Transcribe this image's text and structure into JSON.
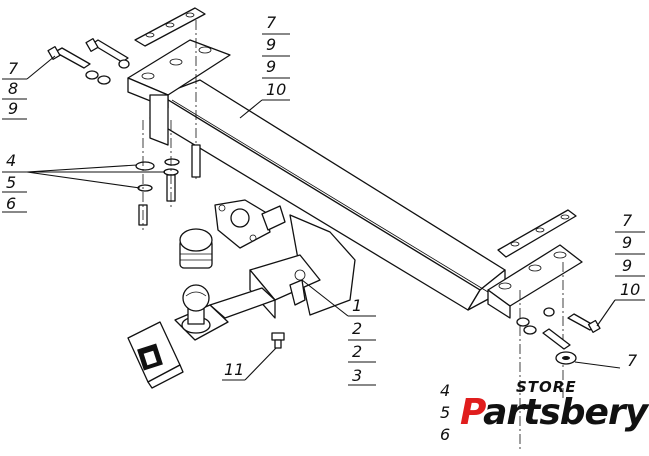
{
  "callouts": {
    "top_left": [
      "7",
      "8",
      "9"
    ],
    "mid_left": [
      "4",
      "5",
      "6"
    ],
    "top_center": [
      "7",
      "9",
      "9",
      "10"
    ],
    "right": [
      "7",
      "9",
      "9",
      "10"
    ],
    "bottom_center": [
      "1",
      "2",
      "2",
      "3"
    ],
    "bottom_left": [
      "11"
    ],
    "bottom_right_partial": "7",
    "logo_partial_digits": [
      "4",
      "5",
      "6"
    ]
  },
  "logo": {
    "store_text": "STORE",
    "brand_text": "Partsbery",
    "brand_color": "#e01d1d"
  }
}
